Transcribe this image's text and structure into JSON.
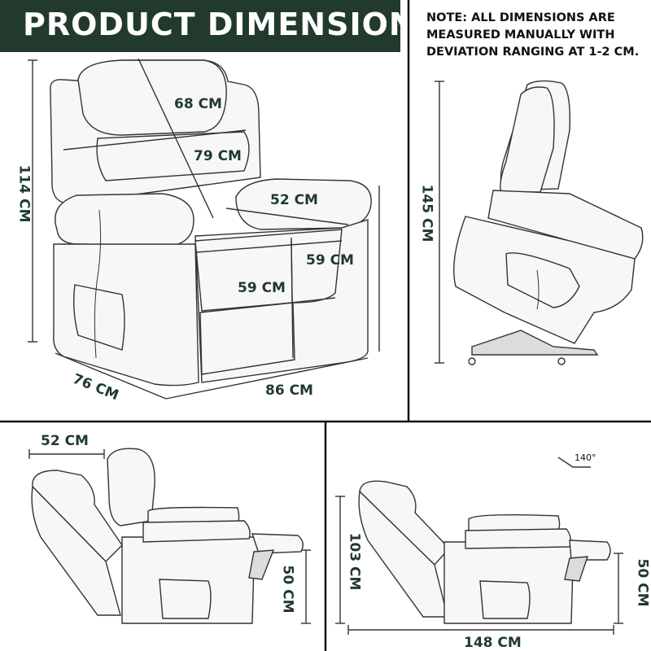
{
  "title": "PRODUCT DIMENSION",
  "note": [
    "NOTE: ALL DIMENSIONS ARE",
    "MEASURED MANUALLY WITH",
    "DEVIATION RANGING AT 1-2 CM."
  ],
  "front_view": {
    "height": "114 CM",
    "headrest_width": "68 CM",
    "backrest_diagonal": "79 CM",
    "armrest_length": "52 CM",
    "seat_depth_right": "59 CM",
    "seat_depth_center": "59 CM",
    "depth": "76 CM",
    "width": "86 CM"
  },
  "lift_view": {
    "height": "145 CM"
  },
  "wall_view": {
    "clearance": "52 CM",
    "footrest_height": "50 CM"
  },
  "recline_view": {
    "angle": "140°",
    "height": "103 CM",
    "footrest_height": "50 CM",
    "length": "148 CM"
  },
  "colors": {
    "banner": "#223a2c",
    "label": "#1f3a2c"
  }
}
